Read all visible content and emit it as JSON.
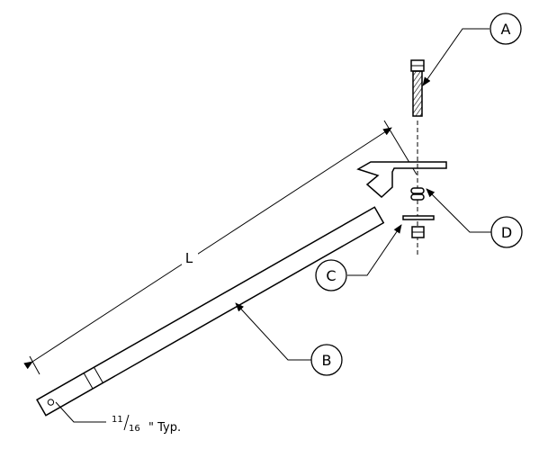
{
  "callouts": {
    "a": "A",
    "b": "B",
    "c": "C",
    "d": "D"
  },
  "dimension": {
    "length_label": "L"
  },
  "note": {
    "hole_numerator": "11",
    "hole_denominator": "16",
    "hole_suffix": "\" Typ."
  }
}
